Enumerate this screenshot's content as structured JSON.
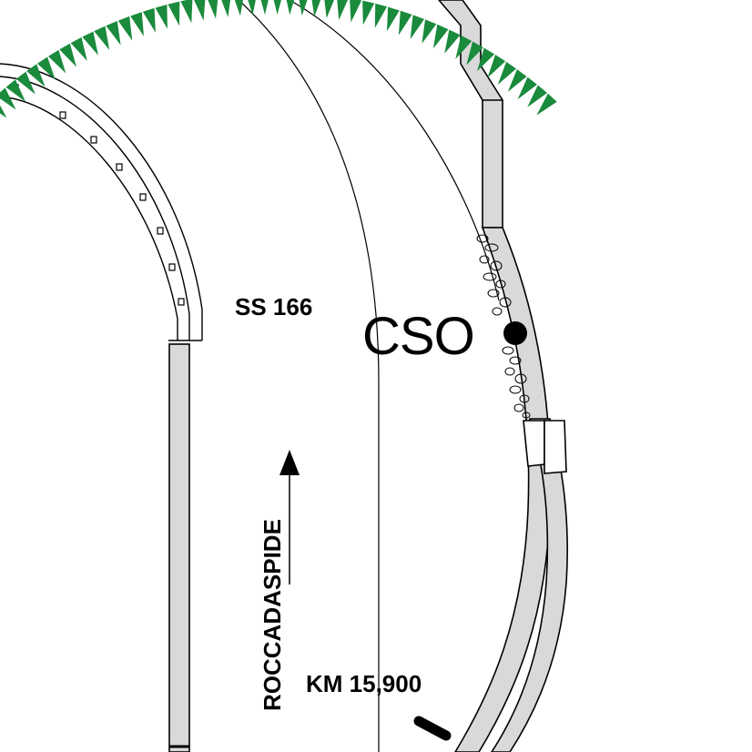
{
  "labels": {
    "road_name": "SS 166",
    "station": "CSO",
    "kilometer": "KM 15,900",
    "direction": "ROCCADASPIDE"
  },
  "colors": {
    "line": "#000000",
    "lane_fill": "#d9d9d9",
    "embankment_marks": "#1a8a3c",
    "background": "#ffffff"
  },
  "icons": {
    "station_marker": "filled-circle",
    "direction_arrow": "arrow-up",
    "embankment_symbol": "triangle-teeth"
  }
}
